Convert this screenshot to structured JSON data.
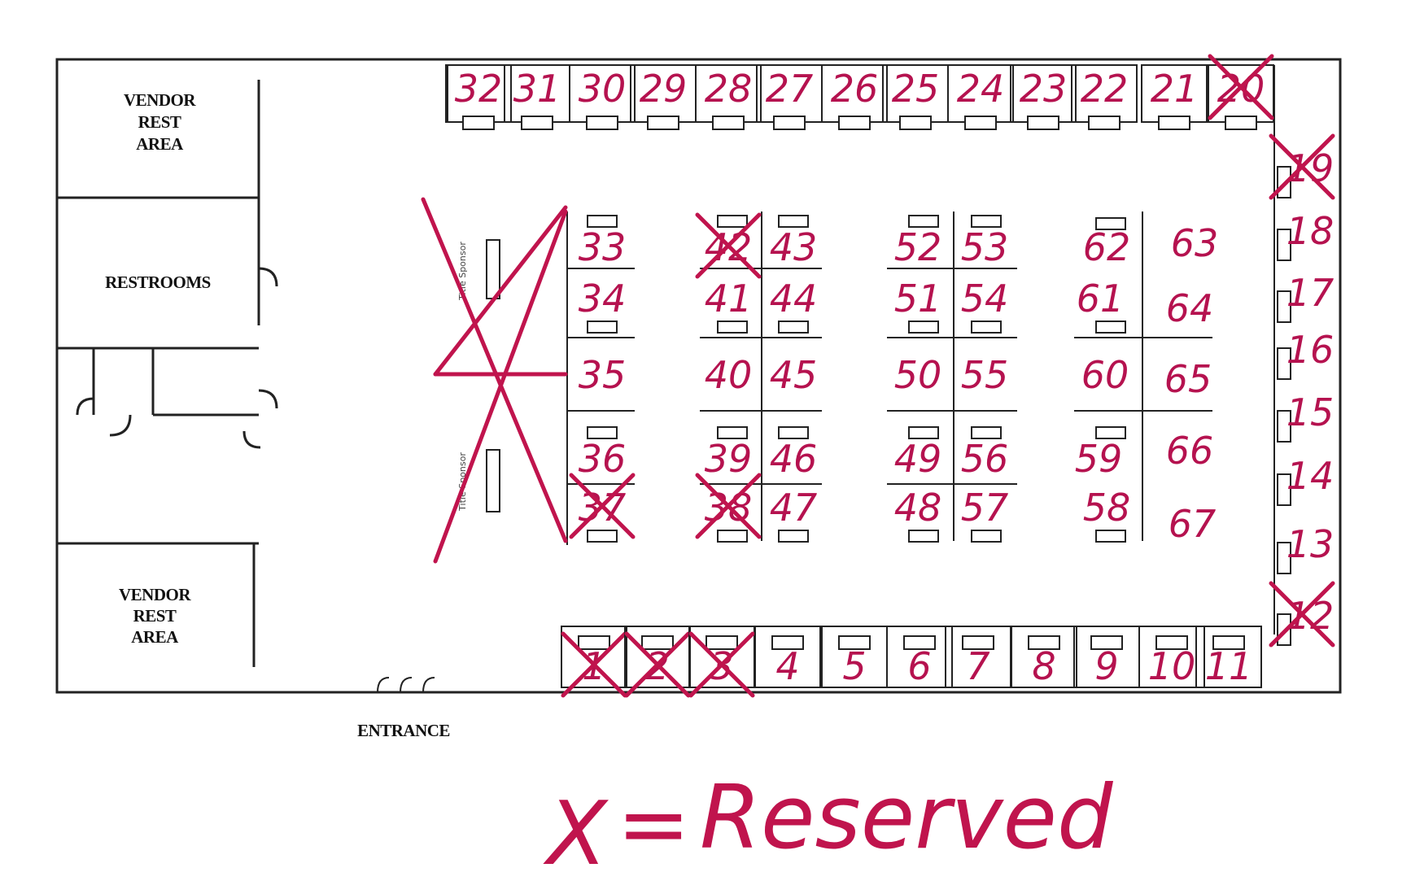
{
  "rooms": {
    "vendor_rest_top": [
      "VENDOR",
      "REST",
      "AREA"
    ],
    "restrooms": "RESTROOMS",
    "vendor_rest_bottom": [
      "VENDOR",
      "REST",
      "AREA"
    ],
    "entrance": "ENTRANCE"
  },
  "sponsor_tables": [
    "Title Sponsor",
    "Title Sponsor"
  ],
  "legend": {
    "mark": "X",
    "equals": "=",
    "label": "Reserved"
  },
  "booths": [
    {
      "num": "1",
      "reserved": true
    },
    {
      "num": "2",
      "reserved": true
    },
    {
      "num": "3",
      "reserved": true
    },
    {
      "num": "4",
      "reserved": false
    },
    {
      "num": "5",
      "reserved": false
    },
    {
      "num": "6",
      "reserved": false
    },
    {
      "num": "7",
      "reserved": false
    },
    {
      "num": "8",
      "reserved": false
    },
    {
      "num": "9",
      "reserved": false
    },
    {
      "num": "10",
      "reserved": false
    },
    {
      "num": "11",
      "reserved": false
    },
    {
      "num": "12",
      "reserved": true
    },
    {
      "num": "13",
      "reserved": false
    },
    {
      "num": "14",
      "reserved": false
    },
    {
      "num": "15",
      "reserved": false
    },
    {
      "num": "16",
      "reserved": false
    },
    {
      "num": "17",
      "reserved": false
    },
    {
      "num": "18",
      "reserved": false
    },
    {
      "num": "19",
      "reserved": true
    },
    {
      "num": "20",
      "reserved": true
    },
    {
      "num": "21",
      "reserved": false
    },
    {
      "num": "22",
      "reserved": false
    },
    {
      "num": "23",
      "reserved": false
    },
    {
      "num": "24",
      "reserved": false
    },
    {
      "num": "25",
      "reserved": false
    },
    {
      "num": "26",
      "reserved": false
    },
    {
      "num": "27",
      "reserved": false
    },
    {
      "num": "28",
      "reserved": false
    },
    {
      "num": "29",
      "reserved": false
    },
    {
      "num": "30",
      "reserved": false
    },
    {
      "num": "31",
      "reserved": false
    },
    {
      "num": "32",
      "reserved": false
    },
    {
      "num": "33",
      "reserved": false
    },
    {
      "num": "34",
      "reserved": false
    },
    {
      "num": "35",
      "reserved": false
    },
    {
      "num": "36",
      "reserved": false
    },
    {
      "num": "37",
      "reserved": true
    },
    {
      "num": "38",
      "reserved": true
    },
    {
      "num": "39",
      "reserved": false
    },
    {
      "num": "40",
      "reserved": false
    },
    {
      "num": "41",
      "reserved": false
    },
    {
      "num": "42",
      "reserved": true
    },
    {
      "num": "43",
      "reserved": false
    },
    {
      "num": "44",
      "reserved": false
    },
    {
      "num": "45",
      "reserved": false
    },
    {
      "num": "46",
      "reserved": false
    },
    {
      "num": "47",
      "reserved": false
    },
    {
      "num": "48",
      "reserved": false
    },
    {
      "num": "49",
      "reserved": false
    },
    {
      "num": "50",
      "reserved": false
    },
    {
      "num": "51",
      "reserved": false
    },
    {
      "num": "52",
      "reserved": false
    },
    {
      "num": "53",
      "reserved": false
    },
    {
      "num": "54",
      "reserved": false
    },
    {
      "num": "55",
      "reserved": false
    },
    {
      "num": "56",
      "reserved": false
    },
    {
      "num": "57",
      "reserved": false
    },
    {
      "num": "58",
      "reserved": false
    },
    {
      "num": "59",
      "reserved": false
    },
    {
      "num": "60",
      "reserved": false
    },
    {
      "num": "61",
      "reserved": false
    },
    {
      "num": "62",
      "reserved": false
    },
    {
      "num": "63",
      "reserved": false
    },
    {
      "num": "64",
      "reserved": false
    },
    {
      "num": "65",
      "reserved": false
    },
    {
      "num": "66",
      "reserved": false
    },
    {
      "num": "67",
      "reserved": false
    }
  ],
  "colors": {
    "ink": "#c0144d",
    "line": "#222222"
  }
}
